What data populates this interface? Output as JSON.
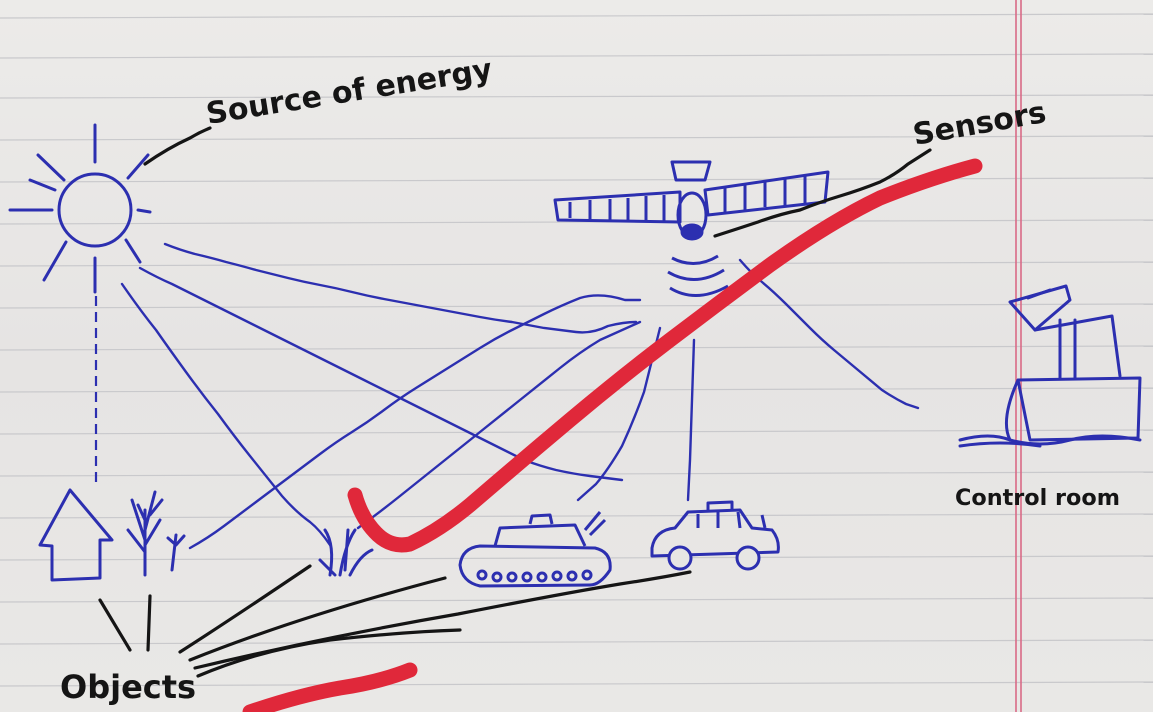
{
  "labels": {
    "source": "Source of energy",
    "sensors": "Sensors",
    "control_room": "Control room",
    "objects": "Objects"
  },
  "colors": {
    "paper": "#e9e7e6",
    "ruled_line": "#c9c9cc",
    "margin_line": "#d96a86",
    "pen_blue": "#2c2fb0",
    "pen_black": "#151515",
    "marker_red": "#e0283a"
  },
  "icons": {
    "sun": "sun-icon",
    "satellite": "satellite-icon",
    "ship": "ship-icon",
    "house": "house-icon",
    "tree": "tree-icon",
    "bush": "bush-icon",
    "tank": "tank-icon",
    "car": "car-icon"
  }
}
